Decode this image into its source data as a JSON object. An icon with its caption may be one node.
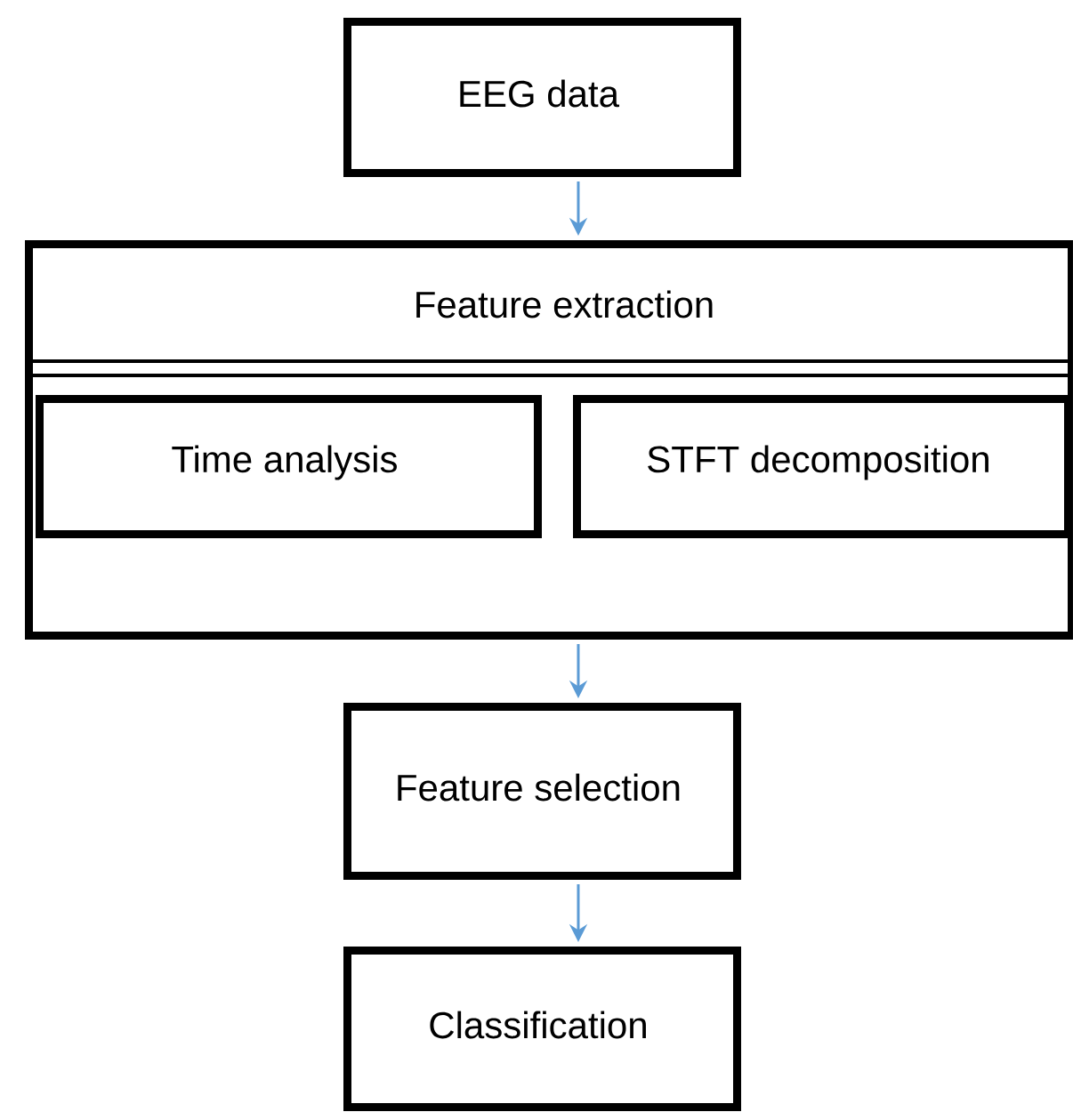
{
  "diagram": {
    "nodes": [
      {
        "text": [
          "EEG data"
        ]
      },
      {
        "text": [
          "Feature extraction"
        ]
      },
      {
        "text": [
          "Time analysis"
        ],
        "in": 1
      },
      {
        "text": [
          "STFT decomposition"
        ],
        "in": 1
      },
      {
        "text": [
          "Feature selection"
        ]
      },
      {
        "text": [
          "Classification"
        ]
      }
    ],
    "edges": [
      {
        "from": 0,
        "to": 1,
        "arrow": "to"
      },
      {
        "from": 1,
        "to": 4,
        "arrow": "to"
      },
      {
        "from": 4,
        "to": 5,
        "arrow": "to"
      }
    ]
  }
}
